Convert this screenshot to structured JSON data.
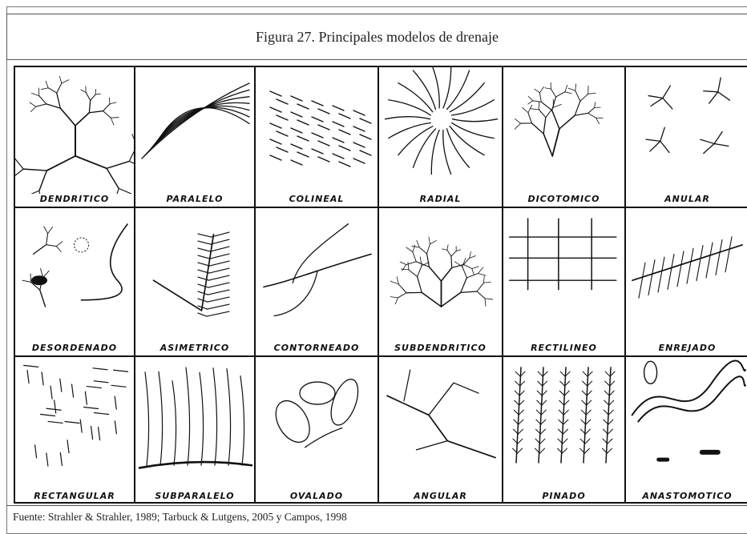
{
  "figure": {
    "title": "Figura 27. Principales modelos de drenaje",
    "source": "Fuente: Strahler & Strahler, 1989; Tarbuck & Lutgens, 2005 y Campos, 1998"
  },
  "patterns": [
    {
      "label": "DENDRITICO",
      "icon": "dendritic-drainage"
    },
    {
      "label": "PARALELO",
      "icon": "parallel-drainage"
    },
    {
      "label": "COLINEAL",
      "icon": "collinear-drainage"
    },
    {
      "label": "RADIAL",
      "icon": "radial-drainage"
    },
    {
      "label": "DICOTOMICO",
      "icon": "dichotomic-drainage"
    },
    {
      "label": "ANULAR",
      "icon": "annular-drainage"
    },
    {
      "label": "DESORDENADO",
      "icon": "deranged-drainage"
    },
    {
      "label": "ASIMETRICO",
      "icon": "asymmetric-drainage"
    },
    {
      "label": "CONTORNEADO",
      "icon": "contorted-drainage"
    },
    {
      "label": "SUBDENDRITICO",
      "icon": "subdendritic-drainage"
    },
    {
      "label": "RECTILINEO",
      "icon": "rectilinear-drainage"
    },
    {
      "label": "ENREJADO",
      "icon": "trellis-drainage"
    },
    {
      "label": "RECTANGULAR",
      "icon": "rectangular-drainage"
    },
    {
      "label": "SUBPARALELO",
      "icon": "subparallel-drainage"
    },
    {
      "label": "OVALADO",
      "icon": "oval-drainage"
    },
    {
      "label": "ANGULAR",
      "icon": "angular-drainage"
    },
    {
      "label": "PINADO",
      "icon": "pinnate-drainage"
    },
    {
      "label": "ANASTOMOTICO",
      "icon": "anastomotic-drainage"
    }
  ]
}
